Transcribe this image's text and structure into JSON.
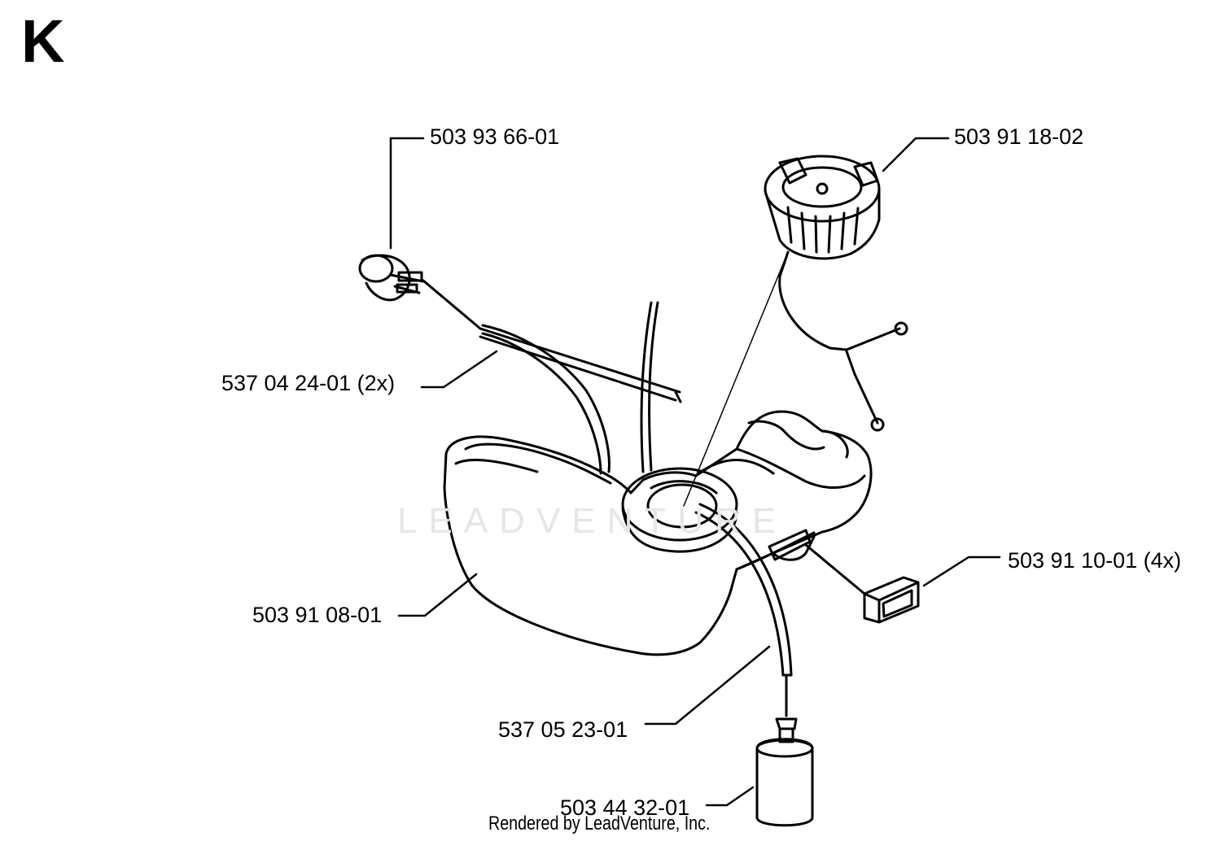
{
  "section": {
    "letter": "K"
  },
  "watermark": "LEADVENTURE",
  "parts": [
    {
      "id": "fuel-pickup-grommet",
      "number": "503 93 66-01"
    },
    {
      "id": "fuel-cap",
      "number": "503 91 18-02"
    },
    {
      "id": "fuel-hose-pair",
      "number": "537 04 24-01 (2x)"
    },
    {
      "id": "rubber-mount",
      "number": "503 91 10-01 (4x)"
    },
    {
      "id": "fuel-tank",
      "number": "503 91 08-01"
    },
    {
      "id": "fuel-hose",
      "number": "537 05 23-01"
    },
    {
      "id": "fuel-filter",
      "number": "503 44 32-01"
    }
  ],
  "footer": {
    "text": "Rendered by LeadVenture, Inc."
  }
}
